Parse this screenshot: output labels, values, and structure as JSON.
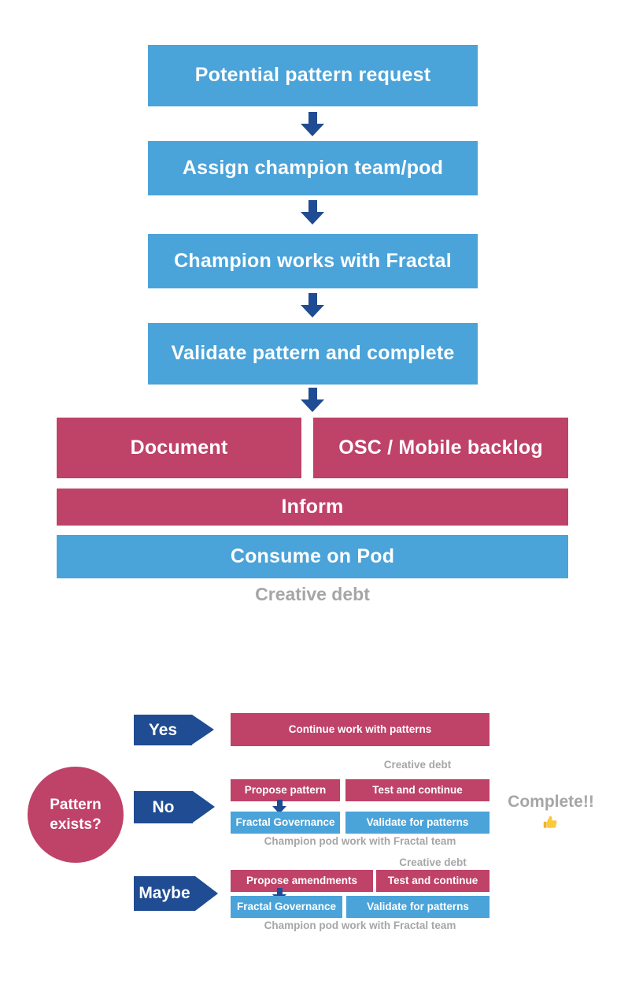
{
  "colors": {
    "blue": "#4aa3d9",
    "crimson": "#bf4268",
    "navy": "#1f4c92",
    "gray": "#a6a6a6",
    "text_on_box": "#ffffff"
  },
  "top_flow": {
    "steps": [
      "Potential pattern request",
      "Assign champion team/pod",
      "Champion works with Fractal",
      "Validate pattern and complete"
    ],
    "document": "Document",
    "backlog": "OSC / Mobile backlog",
    "inform": "Inform",
    "consume": "Consume on Pod",
    "caption": "Creative debt"
  },
  "decision": {
    "question": "Pattern\nexists?",
    "yes": {
      "label": "Yes",
      "result": "Continue work with patterns"
    },
    "no": {
      "label": "No",
      "creative_debt": "Creative debt",
      "propose": "Propose pattern",
      "test": "Test and continue",
      "governance": "Fractal Governance",
      "validate": "Validate for patterns",
      "caption": "Champion pod work with Fractal team"
    },
    "maybe": {
      "label": "Maybe",
      "creative_debt": "Creative debt",
      "propose": "Propose amendments",
      "test": "Test and continue",
      "governance": "Fractal Governance",
      "validate": "Validate for patterns",
      "caption": "Champion pod work with Fractal team"
    },
    "complete": "Complete!!",
    "thumbs_icon": "thumbs-up"
  }
}
